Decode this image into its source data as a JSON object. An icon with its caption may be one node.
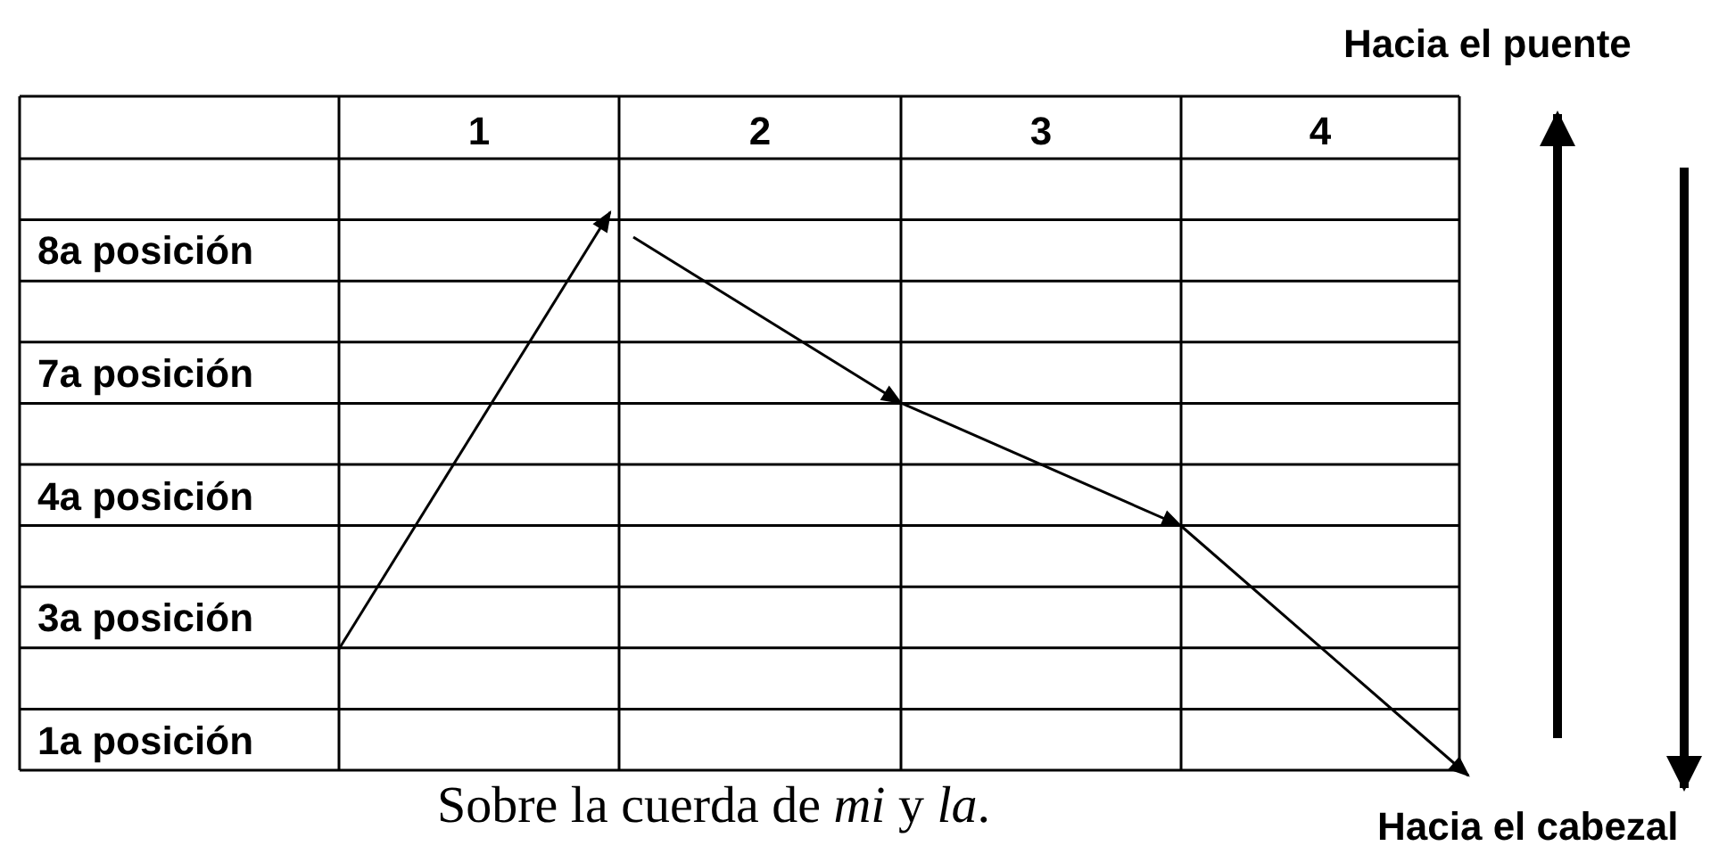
{
  "diagram": {
    "caption": "Sobre la cuerda de *mi* y *la*.",
    "labels": [
      "Hacia el puente",
      "1",
      "2",
      "3",
      "4",
      "8a posición",
      "7a posición",
      "4a posición",
      "3a posición",
      "1a posición",
      "Hacia el cabezal"
    ]
  }
}
